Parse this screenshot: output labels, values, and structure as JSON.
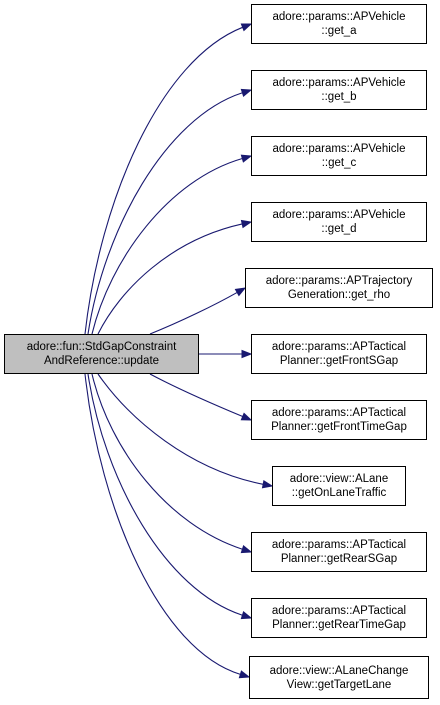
{
  "source": {
    "line1": "adore::fun::StdGapConstraint",
    "line2": "AndReference::update"
  },
  "targets": [
    {
      "line1": "adore::params::APVehicle",
      "line2": "::get_a"
    },
    {
      "line1": "adore::params::APVehicle",
      "line2": "::get_b"
    },
    {
      "line1": "adore::params::APVehicle",
      "line2": "::get_c"
    },
    {
      "line1": "adore::params::APVehicle",
      "line2": "::get_d"
    },
    {
      "line1": "adore::params::APTrajectory",
      "line2": "Generation::get_rho"
    },
    {
      "line1": "adore::params::APTactical",
      "line2": "Planner::getFrontSGap"
    },
    {
      "line1": "adore::params::APTactical",
      "line2": "Planner::getFrontTimeGap"
    },
    {
      "line1": "adore::view::ALane",
      "line2": "::getOnLaneTraffic"
    },
    {
      "line1": "adore::params::APTactical",
      "line2": "Planner::getRearSGap"
    },
    {
      "line1": "adore::params::APTactical",
      "line2": "Planner::getRearTimeGap"
    },
    {
      "line1": "adore::view::ALaneChange",
      "line2": "View::getTargetLane"
    }
  ],
  "colors": {
    "edge": "#191970",
    "source_fill": "#bfbfbf",
    "node_fill": "#ffffff",
    "border": "#000000"
  }
}
